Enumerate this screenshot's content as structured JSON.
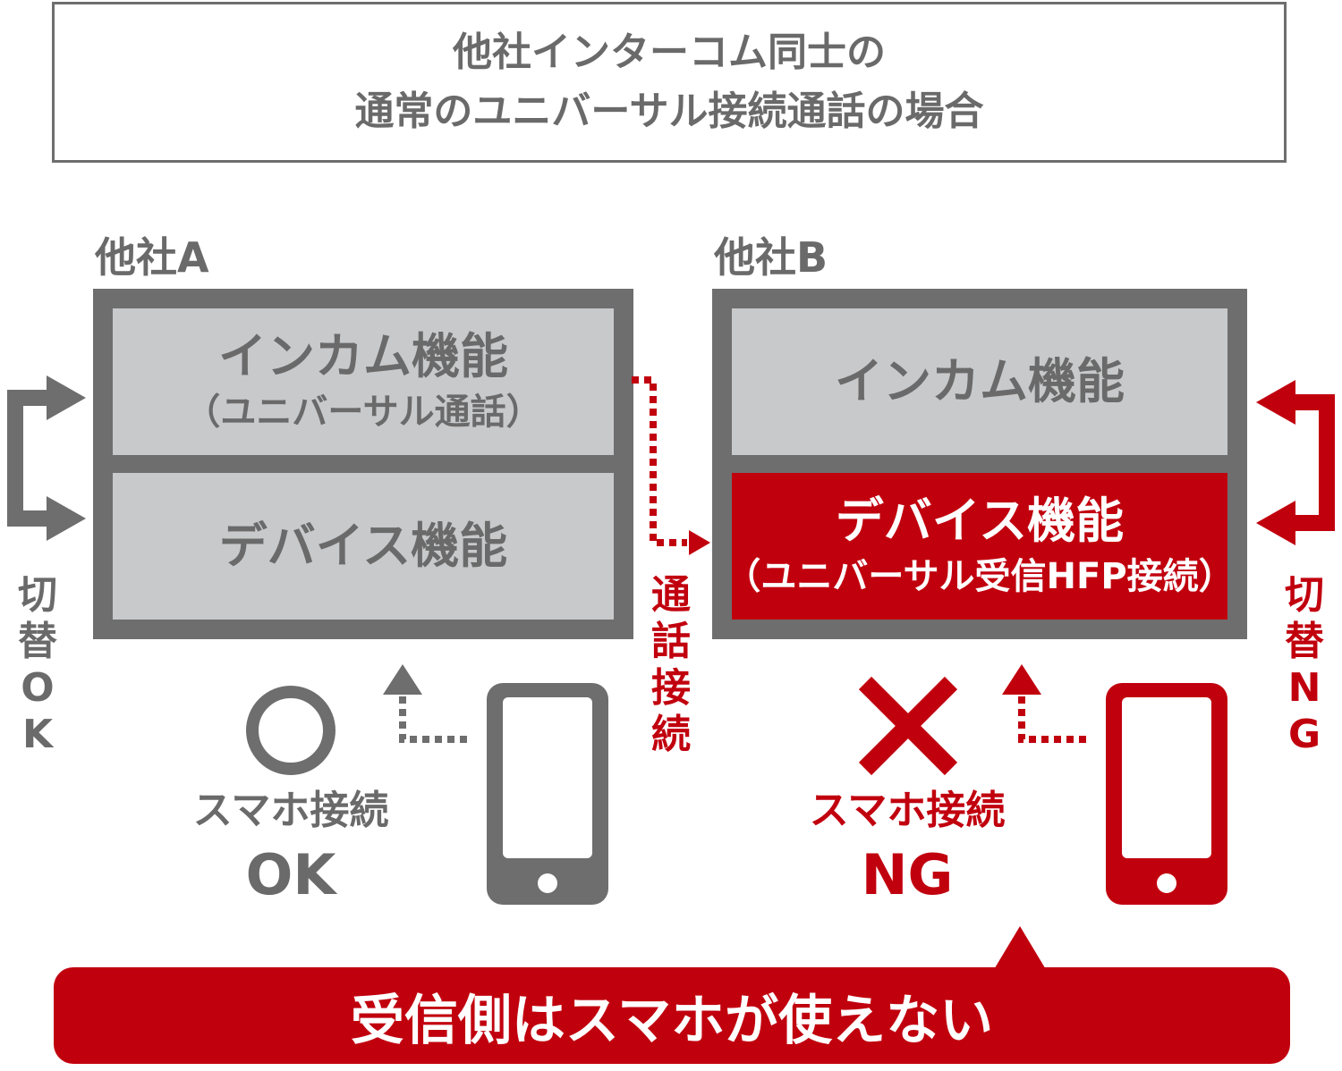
{
  "title": {
    "line1": "他社インターコム同士の",
    "line2": "通常のユニバーサル接続通話の場合"
  },
  "company_a": {
    "label": "他社A",
    "intercom_panel": {
      "line1": "インカム機能",
      "line2": "（ユニバーサル通話）"
    },
    "device_panel": {
      "line1": "デバイス機能"
    },
    "switch_label": [
      "切",
      "替",
      "O",
      "K"
    ],
    "phone_status_line1": "スマホ接続",
    "phone_status_line2": "OK",
    "status_symbol": "circle-icon"
  },
  "company_b": {
    "label": "他社B",
    "intercom_panel": {
      "line1": "インカム機能"
    },
    "device_panel": {
      "line1": "デバイス機能",
      "line2": "（ユニバーサル受信HFP接続）"
    },
    "switch_label": [
      "切",
      "替",
      "N",
      "G"
    ],
    "phone_status_line1": "スマホ接続",
    "phone_status_line2": "NG",
    "status_symbol": "cross-icon"
  },
  "call_connection_label": [
    "通",
    "話",
    "接",
    "続"
  ],
  "banner": {
    "text": "受信側はスマホが使えない"
  },
  "colors": {
    "gray": "#6e6e6e",
    "light_gray": "#c8c9cb",
    "red": "#c1000e",
    "text_gray": "#6a6a6a"
  }
}
